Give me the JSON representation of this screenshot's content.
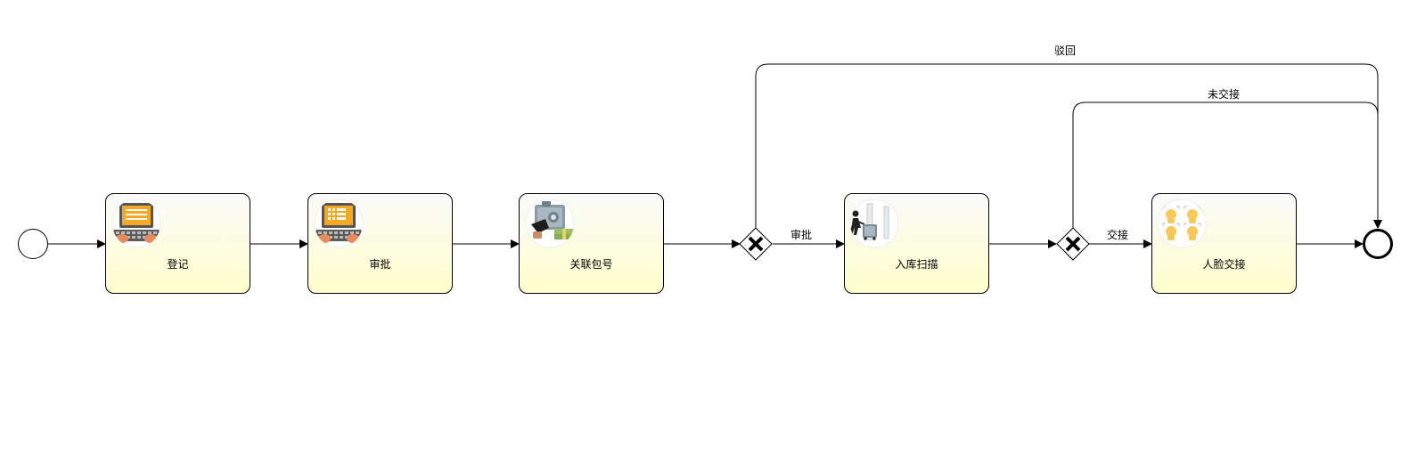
{
  "diagram": {
    "colors": {
      "stroke": "#000000",
      "task_fill_top": "#fafafa",
      "task_fill_bottom": "#ffffcc",
      "gateway_fill": "#ffffff"
    },
    "nodes": [
      {
        "id": "start",
        "type": "start-event"
      },
      {
        "id": "task-register",
        "type": "task",
        "label": "登记",
        "icon": "computer-typing-icon"
      },
      {
        "id": "task-approve",
        "type": "task",
        "label": "审批",
        "icon": "computer-form-icon"
      },
      {
        "id": "task-link-package",
        "type": "task",
        "label": "关联包号",
        "icon": "safe-money-icon"
      },
      {
        "id": "gateway-1",
        "type": "exclusive-gateway"
      },
      {
        "id": "task-warehouse-scan",
        "type": "task",
        "label": "入库扫描",
        "icon": "warehouse-cart-icon"
      },
      {
        "id": "gateway-2",
        "type": "exclusive-gateway"
      },
      {
        "id": "task-face-handover",
        "type": "task",
        "label": "人脸交接",
        "icon": "face-recognition-icon"
      },
      {
        "id": "end",
        "type": "end-event"
      }
    ],
    "edges": [
      {
        "id": "flow-start-register",
        "label": ""
      },
      {
        "id": "flow-register-approve",
        "label": ""
      },
      {
        "id": "flow-approve-link",
        "label": ""
      },
      {
        "id": "flow-link-gateway1",
        "label": ""
      },
      {
        "id": "flow-gateway1-scan",
        "label": "审批"
      },
      {
        "id": "flow-scan-gateway2",
        "label": ""
      },
      {
        "id": "flow-gateway2-face",
        "label": "交接"
      },
      {
        "id": "flow-face-end",
        "label": ""
      },
      {
        "id": "flow-gateway1-end-reject",
        "label": "驳回"
      },
      {
        "id": "flow-gateway2-end-nohandover",
        "label": "未交接"
      }
    ]
  }
}
